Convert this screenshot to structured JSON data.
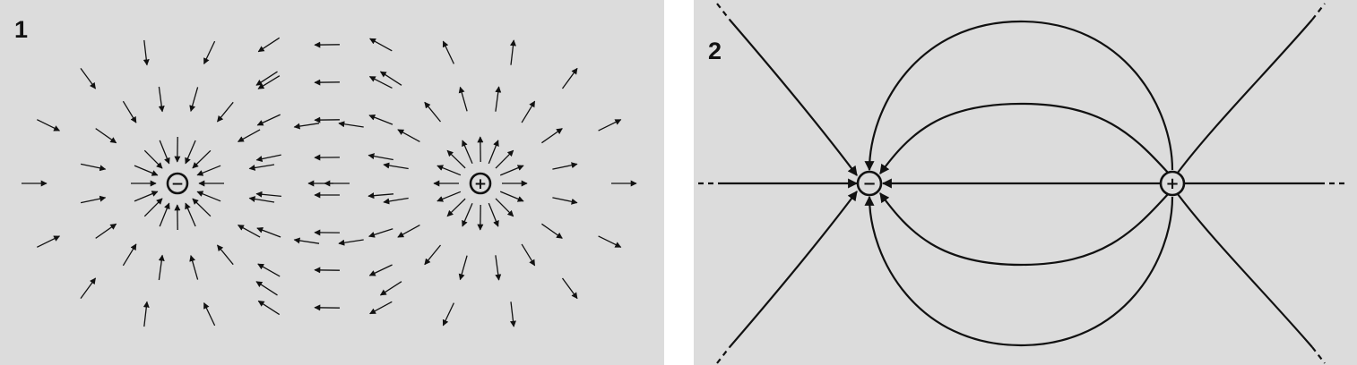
{
  "panels": [
    {
      "label": "1",
      "depiction": "vector-field-arrows",
      "charges": [
        {
          "sign": "−",
          "polarity": "negative"
        },
        {
          "sign": "+",
          "polarity": "positive"
        }
      ]
    },
    {
      "label": "2",
      "depiction": "field-lines",
      "charges": [
        {
          "sign": "−",
          "polarity": "negative"
        },
        {
          "sign": "+",
          "polarity": "positive"
        }
      ]
    }
  ],
  "colors": {
    "background": "#dcdcdc",
    "gap": "#ffffff",
    "ink": "#111111"
  }
}
